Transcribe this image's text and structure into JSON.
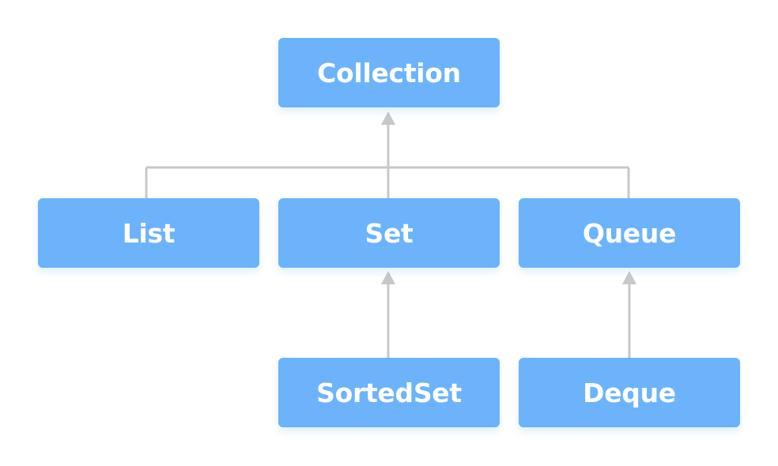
{
  "nodes": {
    "collection": "Collection",
    "list": "List",
    "set": "Set",
    "queue": "Queue",
    "sortedset": "SortedSet",
    "deque": "Deque"
  },
  "colors": {
    "node_fill": "#6cb3fc",
    "node_text": "#ffffff",
    "connector": "#c8c8c8",
    "background": "#ffffff"
  },
  "edges": [
    {
      "from": "list",
      "to": "collection"
    },
    {
      "from": "set",
      "to": "collection"
    },
    {
      "from": "queue",
      "to": "collection"
    },
    {
      "from": "sortedset",
      "to": "set"
    },
    {
      "from": "deque",
      "to": "queue"
    }
  ]
}
